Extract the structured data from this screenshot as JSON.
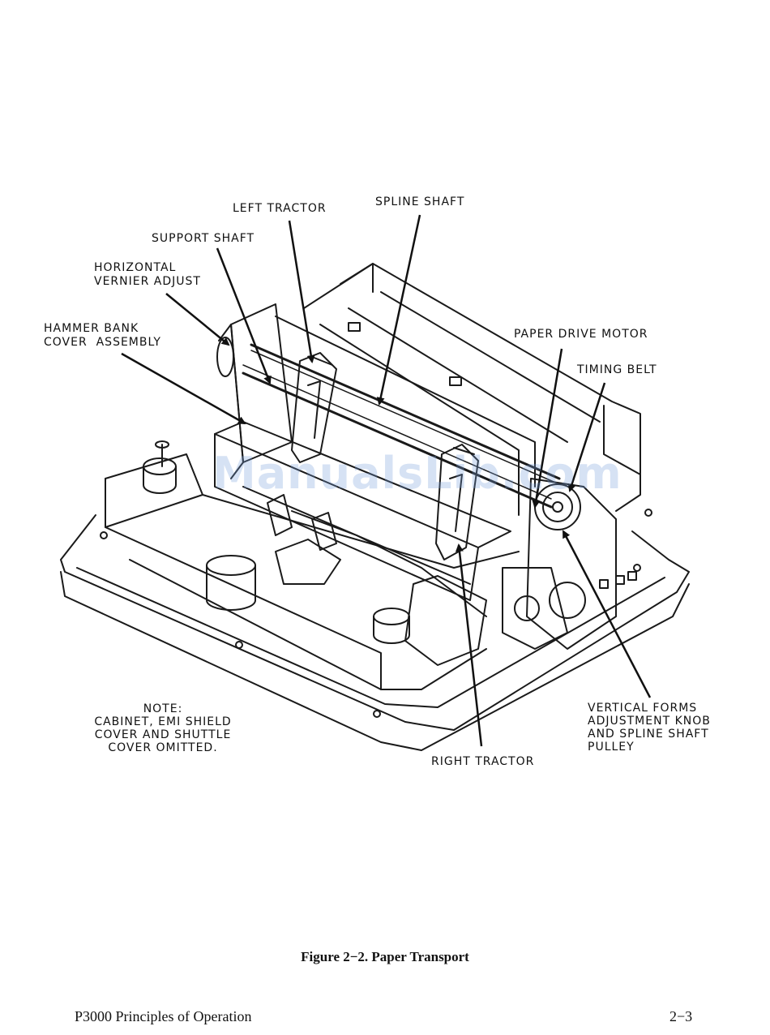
{
  "labels": {
    "left_tractor": "LEFT TRACTOR",
    "spline_shaft": "SPLINE SHAFT",
    "support_shaft": "SUPPORT SHAFT",
    "horizontal_vernier": [
      "HORIZONTAL",
      "VERNIER ADJUST"
    ],
    "hammer_bank": [
      "HAMMER BANK",
      "COVER  ASSEMBLY"
    ],
    "paper_drive_motor": "PAPER DRIVE MOTOR",
    "timing_belt": "TIMING BELT",
    "note": [
      "NOTE:",
      "CABINET, EMI SHIELD",
      "COVER AND SHUTTLE",
      "COVER OMITTED."
    ],
    "vertical_forms": [
      "VERTICAL FORMS",
      "ADJUSTMENT KNOB",
      "AND SPLINE SHAFT",
      "PULLEY"
    ],
    "right_tractor": "RIGHT TRACTOR"
  },
  "watermark": "ManualsLib.com",
  "caption": "Figure 2−2. Paper Transport",
  "footer": {
    "left": "P3000 Principles of Operation",
    "right": "2−3"
  }
}
